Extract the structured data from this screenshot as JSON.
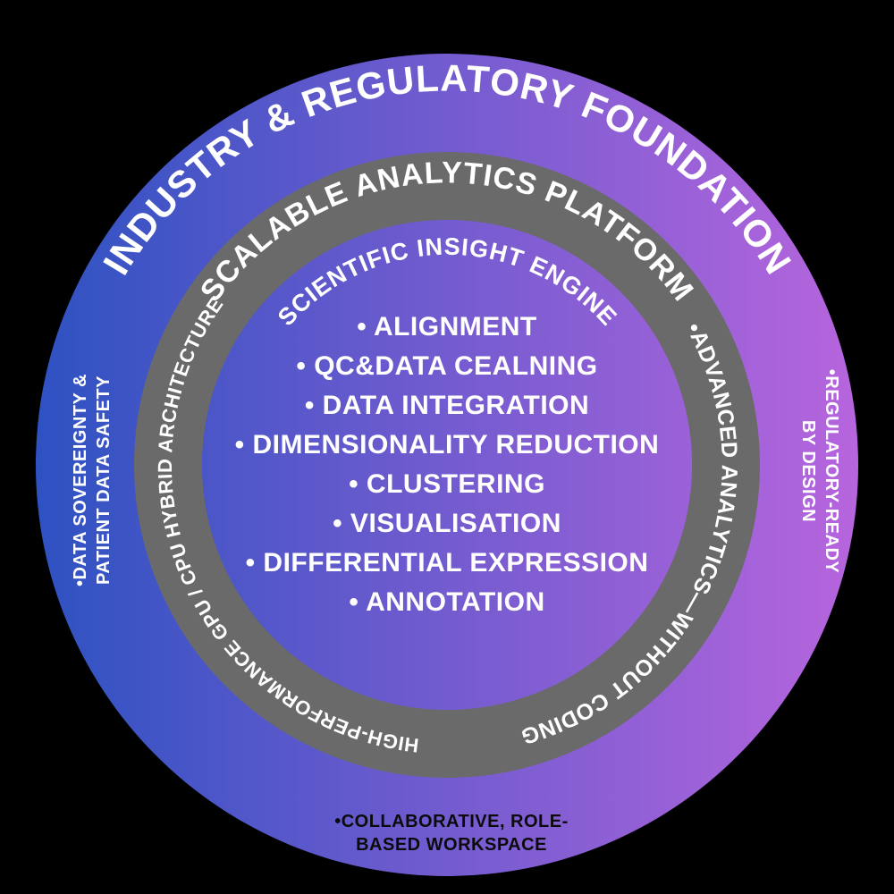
{
  "diagram": {
    "outer_ring_title": "INDUSTRY & REGULATORY FOUNDATION",
    "middle_ring_title": "SCALABLE ANALYTICS PLATFORM",
    "inner_circle_title": "SCIENTIFIC INSIGHT ENGINE",
    "middle_ring_left_label": "•HIGH-PERFORMANCE GPU / CPU HYBRID ARCHITECTURE",
    "middle_ring_right_label": "•ADVANCED ANALYTICS—WITHOUT CODING",
    "outer_left_label": {
      "line1": "•DATA SOVEREIGNTY &",
      "line2": "PATIENT DATA SAFETY"
    },
    "outer_right_label": {
      "line1": "•REGULATORY-READY",
      "line2": "BY DESIGN"
    },
    "outer_bottom_label": {
      "line1": "•COLLABORATIVE, ROLE-",
      "line2": "BASED WORKSPACE"
    },
    "center_list": [
      "• ALIGNMENT",
      "• QC&DATA CEALNING",
      "• DATA INTEGRATION",
      "• DIMENSIONALITY REDUCTION",
      "• CLUSTERING",
      "• VISUALISATION",
      "• DIFFERENTIAL EXPRESSION",
      "• ANNOTATION"
    ],
    "colors": {
      "background": "#000000",
      "gradient_blue": "#2e52c2",
      "gradient_purple": "#b765dd",
      "ring_gray": "#6a6a6a",
      "text_light": "#ffffff",
      "text_dark": "#0b0b0b"
    }
  }
}
